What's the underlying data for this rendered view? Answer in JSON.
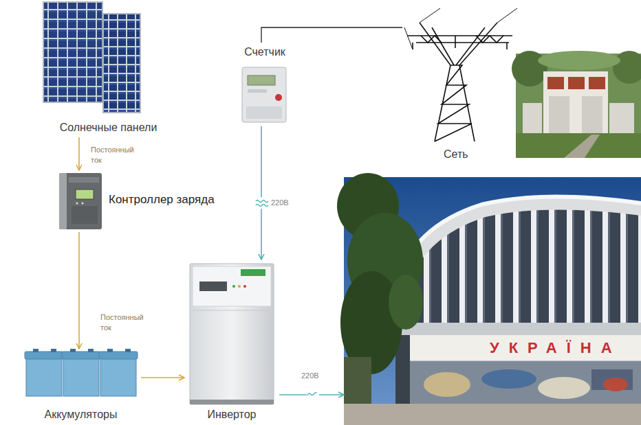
{
  "diagram": {
    "nodes": [
      {
        "text": [
          "Солнечные панели"
        ]
      },
      {
        "text": [
          "Счетчик"
        ]
      },
      {
        "text": [
          "Сеть"
        ]
      },
      {
        "text": [
          "Контроллер заряда"
        ]
      },
      {
        "text": [
          "УКРАЇНА"
        ]
      },
      {
        "text": [
          "Аккумуляторы"
        ]
      },
      {
        "text": [
          "Инвертор"
        ]
      }
    ],
    "edges": [
      {
        "from": 0,
        "to": 3,
        "label": "Постоянный ток",
        "arrow": "to"
      },
      {
        "from": 3,
        "to": 5,
        "label": "Постоянный ток",
        "arrow": "to"
      },
      {
        "from": 5,
        "to": 6,
        "arrow": "to"
      },
      {
        "from": 2,
        "to": 1,
        "arrow": "none"
      },
      {
        "from": 1,
        "to": 6,
        "label": "220В",
        "arrow": "to"
      },
      {
        "from": 6,
        "to": 4,
        "label": "220В",
        "arrow": "to"
      }
    ]
  }
}
